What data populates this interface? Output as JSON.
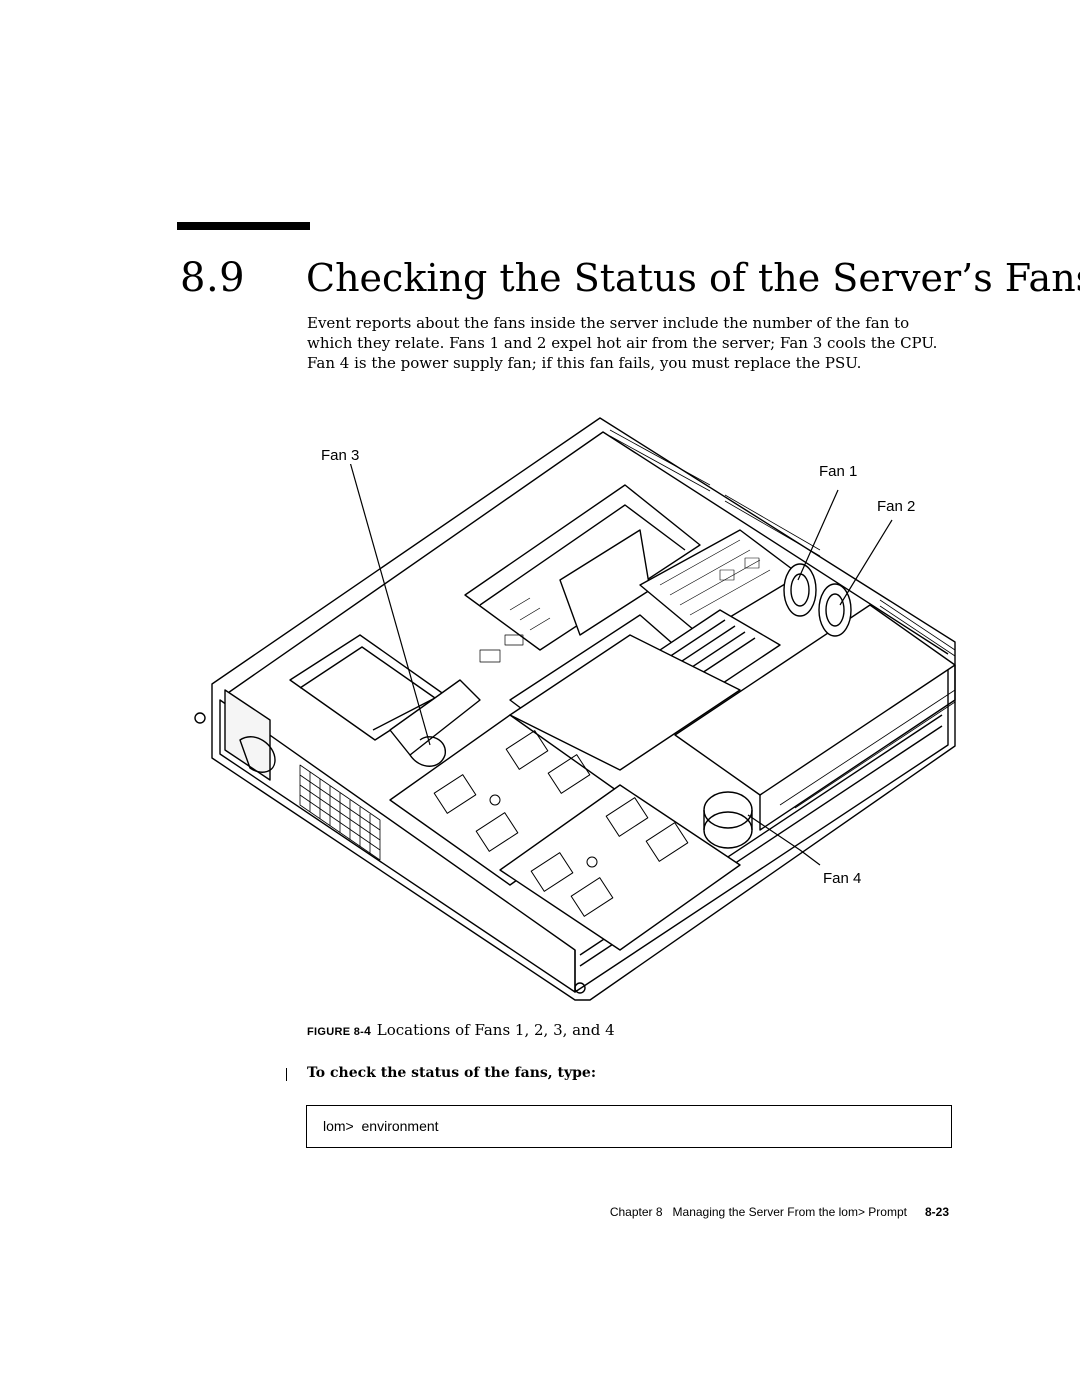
{
  "section": {
    "number": "8.9",
    "title": "Checking the Status of the Server’s Fans"
  },
  "body_text": "Event reports about the fans inside the server include the number of the fan to which they relate. Fans 1 and 2 expel hot air from the server; Fan 3 cools the CPU. Fan 4 is the power supply fan; if this fan fails, you must replace the PSU.",
  "figure": {
    "labels": {
      "fan3": "Fan 3",
      "fan1": "Fan 1",
      "fan2": "Fan 2",
      "fan4": "Fan 4"
    },
    "caption_label": "FIGURE 8-",
    "caption_number": "4",
    "caption_text": "Locations of Fans 1, 2, 3, and 4"
  },
  "step": {
    "text": "To check the status of the fans, type:"
  },
  "code": {
    "command": "lom>  environment"
  },
  "footer": {
    "text": "Chapter 8   Managing the Server From the lom> Prompt",
    "page": "8-23"
  }
}
